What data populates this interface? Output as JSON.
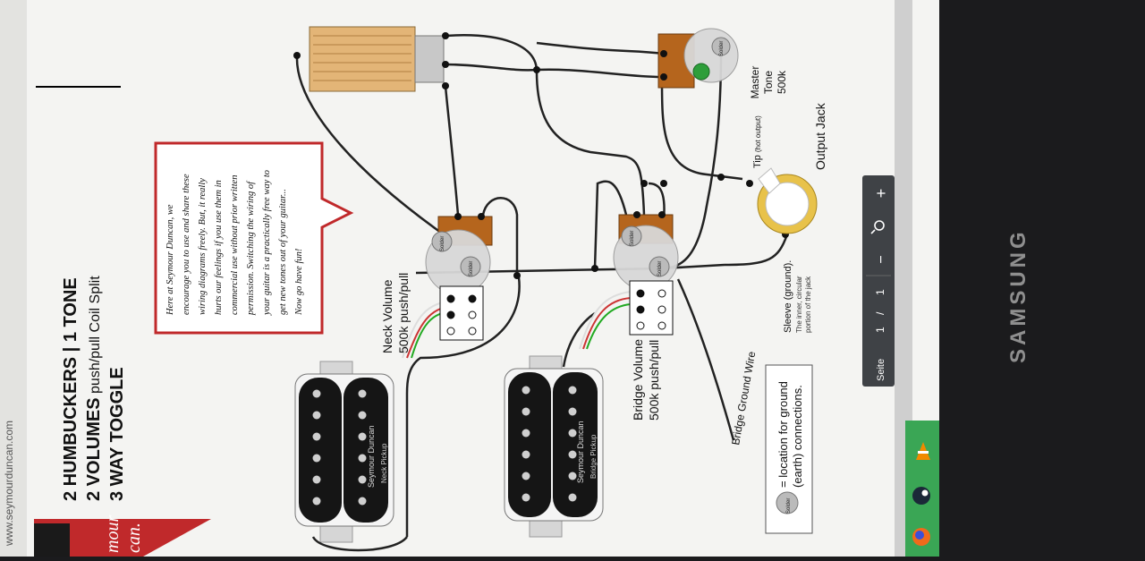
{
  "header": {
    "line1": "2 HUMBUCKERS | 1 TONE",
    "line2_bold": "2 VOLUMES",
    "line2_rest": " push/pull Coil Split",
    "line3": "3 WAY TOGGLE"
  },
  "url_fragment": "www.seymourduncan.com",
  "logo": {
    "text1": "mour",
    "text2": "can."
  },
  "note": {
    "lines": [
      "Here at Seymour Duncan, we",
      "encourage you to use and share these",
      "wiring diagrams freely. But, it really",
      "hurts our feelings if you use them in",
      "commercial use without prior written",
      "permission. Switching the wiring of",
      "your guitar is a practically free way to",
      "get new tones out of your guitar...",
      "Now go have fun!"
    ]
  },
  "labels": {
    "neck_volume_1": "Neck Volume",
    "neck_volume_2": "500k push/pull",
    "bridge_volume_1": "Bridge Volume",
    "bridge_volume_2": "500k push/pull",
    "master_tone_1": "Master",
    "master_tone_2": "Tone",
    "master_tone_3": "500k",
    "tip": "Tip",
    "tip_small": "(hot output)",
    "output_jack": "Output Jack",
    "sleeve_1": "Sleeve (ground).",
    "sleeve_2": "The inner, circular",
    "sleeve_3": "portion of the jack",
    "bridge_ground": "Bridge Ground Wire",
    "solder": "Solder",
    "neck_pickup_brand": "Seymour Duncan",
    "neck_pickup_name": "Neck Pickup",
    "bridge_pickup_brand": "Seymour Duncan",
    "bridge_pickup_name": "Bridge Pickup"
  },
  "legend": {
    "line1": "= location for ground",
    "line2": "(earth) connections."
  },
  "pdf_toolbar": {
    "page_label": "Seite",
    "page_current": "1",
    "separator": "/",
    "page_total": "1",
    "zoom_out": "−",
    "zoom_in": "+"
  },
  "monitor": {
    "brand": "SAMSUNG"
  },
  "colors": {
    "accent_red": "#c0292b",
    "background": "#1b1b1d",
    "wire": "#222222",
    "pot_body": "#d8d8d8",
    "pot_lug": "#b5651d",
    "jack_ring": "#e8c24a",
    "taskbar_green": "#3aa655"
  }
}
